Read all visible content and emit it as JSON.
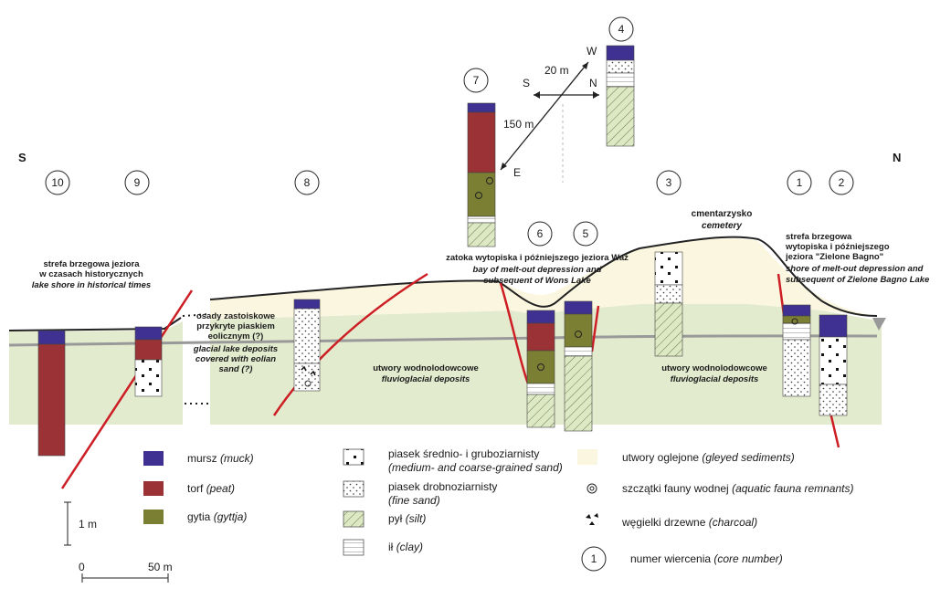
{
  "orientation": {
    "left": "S",
    "right": "N"
  },
  "core_numbers": [
    "10",
    "9",
    "8",
    "7",
    "4",
    "6",
    "5",
    "3",
    "1",
    "2"
  ],
  "compass": {
    "S": "S",
    "N": "N",
    "W": "W",
    "E": "E",
    "d20": "20 m",
    "d150": "150 m"
  },
  "annotations": {
    "lake_shore": [
      "strefa brzegowa jeziora",
      "w czasach historycznych",
      "lake shore in historical times"
    ],
    "glacial_lake": [
      "osady zastoiskowe",
      "przykryte piaskiem",
      "eolicznym (?)",
      "glacial lake deposits",
      "covered with eolian",
      "sand (?)"
    ],
    "bay_wons": [
      "zatoka wytopiska i późniejszego jeziora Waż",
      "bay of melt-out depression and",
      "subsequent of Wons Lake"
    ],
    "cemetery": [
      "cmentarzysko",
      "cemetery"
    ],
    "zielone_bagno": [
      "strefa brzegowa",
      "wytopiska i późniejszego",
      "jeziora \"Zielone Bagno\"",
      "shore  of melt-out depression and",
      "subsequent of Zielone Bagno Lake"
    ],
    "fluvio_left": [
      "utwory wodnolodowcowe",
      "fluvioglacial deposits"
    ],
    "fluvio_right": [
      "utwory wodnolodowcowe",
      "fluvioglacial deposits"
    ]
  },
  "legend": {
    "muck": {
      "pl": "mursz",
      "en": "(muck)"
    },
    "peat": {
      "pl": "torf",
      "en": "(peat)"
    },
    "gyttja": {
      "pl": "gytia",
      "en": "(gyttja)"
    },
    "coarse_sand": {
      "pl": "piasek średnio- i gruboziarnisty",
      "en": "(medium- and coarse-grained sand)"
    },
    "fine_sand": {
      "pl": "piasek drobnoziarnisty",
      "en": "(fine sand)"
    },
    "silt": {
      "pl": "pył",
      "en": "(silt)"
    },
    "clay": {
      "pl": "ił",
      "en": "(clay)"
    },
    "gleyed": {
      "pl": "utwory oglejone",
      "en": "(gleyed sediments)"
    },
    "fauna": {
      "pl": "szczątki fauny wodnej",
      "en": "(aquatic fauna remnants)"
    },
    "charcoal": {
      "pl": "węgielki drzewne",
      "en": "(charcoal)"
    },
    "core_number": {
      "symbol": "1",
      "pl": "numer wiercenia",
      "en": "(core number)"
    }
  },
  "scale": {
    "vertical": "1 m",
    "h0": "0",
    "h50": "50 m"
  },
  "colors": {
    "muck": "#3f3191",
    "peat": "#9b3235",
    "gyttja": "#7b7f33",
    "fluvio": "#e3ebcf",
    "gleyed": "#fbf6df",
    "red_line": "#cc1e24",
    "water": "#999999"
  }
}
